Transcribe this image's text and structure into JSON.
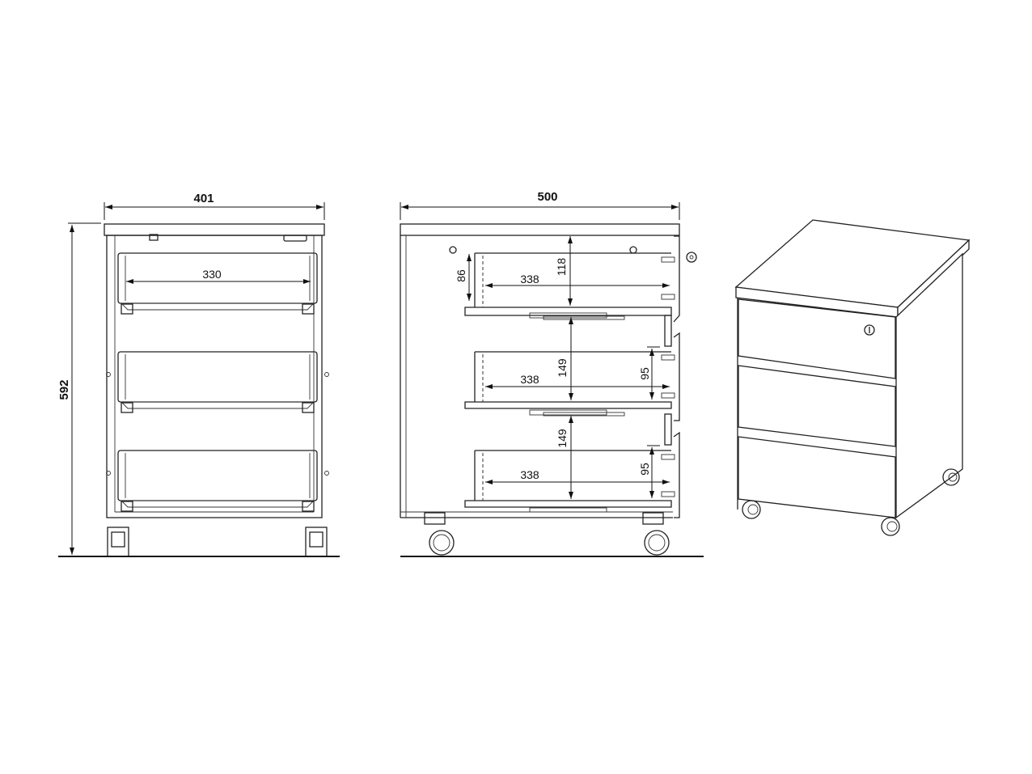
{
  "title": "Mobile pedestal cabinet dimension drawing",
  "front_view": {
    "width_label": "401",
    "height_label": "592",
    "drawer_inner_width_label": "330"
  },
  "side_view": {
    "depth_label": "500",
    "top_drawer": {
      "inner_height_label": "86",
      "inner_depth_label": "338",
      "clearance_label": "118"
    },
    "middle_drawer": {
      "inner_depth_label": "338",
      "spacing_label": "149",
      "height_label": "95"
    },
    "bottom_drawer": {
      "inner_depth_label": "338",
      "spacing_label": "149",
      "height_label": "95"
    }
  },
  "colors": {
    "line": "#222222",
    "background": "#ffffff"
  }
}
